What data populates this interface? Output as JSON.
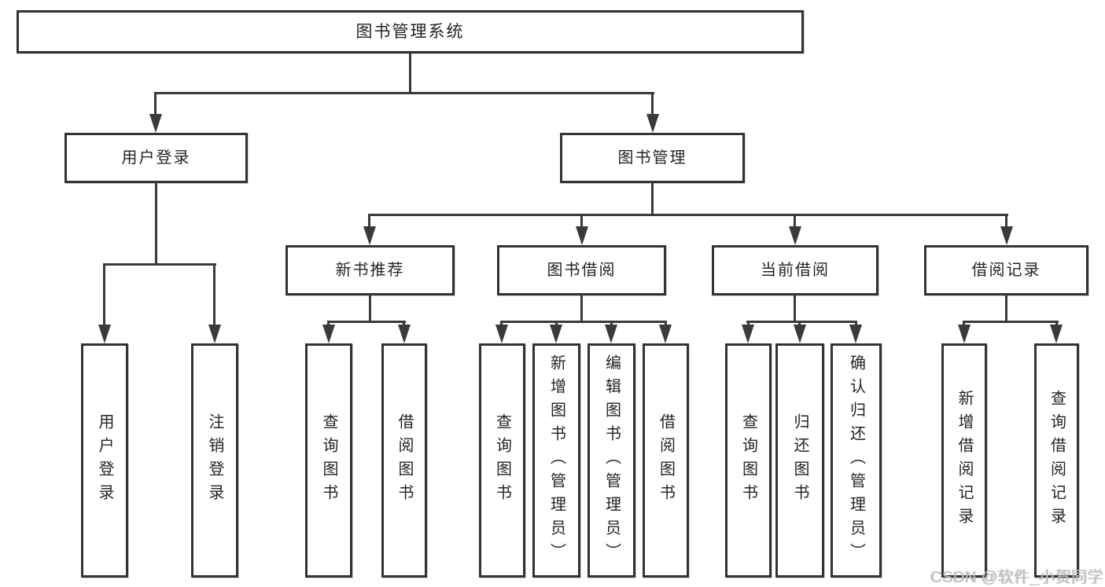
{
  "colors": {
    "line": "#3a3a3a",
    "box_border": "#333333",
    "text": "#242424",
    "background": "#ffffff",
    "watermark": "#c1c4c8"
  },
  "tree": {
    "label": "图书管理系统",
    "children": [
      {
        "label": "用户登录",
        "children": [
          {
            "label": "用户登录"
          },
          {
            "label": "注销登录"
          }
        ]
      },
      {
        "label": "图书管理",
        "children": [
          {
            "label": "新书推荐",
            "children": [
              {
                "label": "查询图书"
              },
              {
                "label": "借阅图书"
              }
            ]
          },
          {
            "label": "图书借阅",
            "children": [
              {
                "label": "查询图书"
              },
              {
                "label": "新增图书（管理员）"
              },
              {
                "label": "编辑图书（管理员）"
              },
              {
                "label": "借阅图书"
              }
            ]
          },
          {
            "label": "当前借阅",
            "children": [
              {
                "label": "查询图书"
              },
              {
                "label": "归还图书"
              },
              {
                "label": "确认归还（管理员）"
              }
            ]
          },
          {
            "label": "借阅记录",
            "children": [
              {
                "label": "新增借阅记录"
              },
              {
                "label": "查询借阅记录"
              }
            ]
          }
        ]
      }
    ]
  },
  "watermark": {
    "text": "CSDN @软件_小贺同学"
  }
}
